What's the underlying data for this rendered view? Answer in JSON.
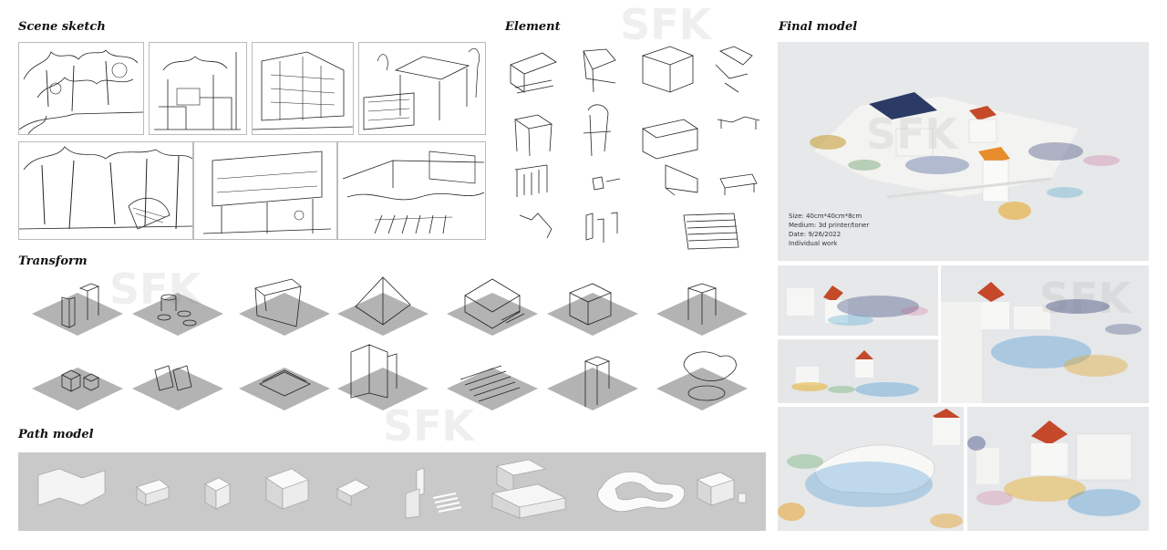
{
  "sections": {
    "scene_sketch": "Scene sketch",
    "element": "Element",
    "final_model": "Final model",
    "transform": "Transform",
    "path_model": "Path model"
  },
  "caption": {
    "size": "Size: 40cm*40cm*8cm",
    "medium": "Medium: 3d printer/toner",
    "date": "Date: 9/26/2022",
    "work": "Individual work"
  },
  "watermark": "SFK"
}
